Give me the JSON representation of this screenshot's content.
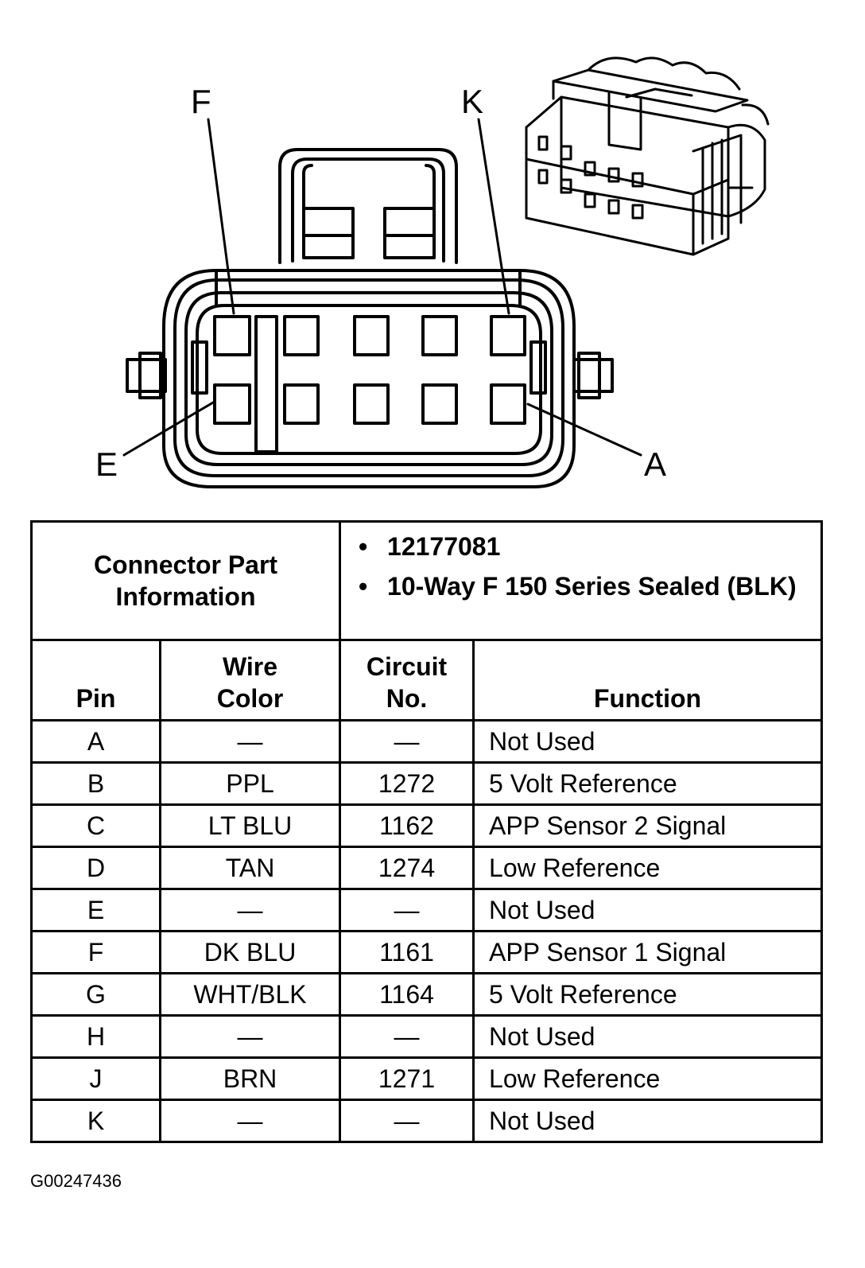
{
  "connector": {
    "callouts": {
      "top_left": "F",
      "top_right": "K",
      "bottom_left": "E",
      "bottom_right": "A"
    }
  },
  "part_info": {
    "label": "Connector Part Information",
    "items": [
      "12177081",
      "10-Way F 150 Series Sealed (BLK)"
    ],
    "bullet": "•"
  },
  "table": {
    "headers": {
      "pin": "Pin",
      "wire_color": "Wire Color",
      "circuit_no": "Circuit No.",
      "function": "Function"
    },
    "rows": [
      {
        "pin": "A",
        "wire_color": "—",
        "circuit": "—",
        "function": "Not Used"
      },
      {
        "pin": "B",
        "wire_color": "PPL",
        "circuit": "1272",
        "function": "5 Volt Reference"
      },
      {
        "pin": "C",
        "wire_color": "LT BLU",
        "circuit": "1162",
        "function": "APP Sensor 2 Signal"
      },
      {
        "pin": "D",
        "wire_color": "TAN",
        "circuit": "1274",
        "function": "Low Reference"
      },
      {
        "pin": "E",
        "wire_color": "—",
        "circuit": "—",
        "function": "Not Used"
      },
      {
        "pin": "F",
        "wire_color": "DK BLU",
        "circuit": "1161",
        "function": "APP Sensor 1 Signal"
      },
      {
        "pin": "G",
        "wire_color": "WHT/BLK",
        "circuit": "1164",
        "function": "5 Volt Reference"
      },
      {
        "pin": "H",
        "wire_color": "—",
        "circuit": "—",
        "function": "Not Used"
      },
      {
        "pin": "J",
        "wire_color": "BRN",
        "circuit": "1271",
        "function": "Low Reference"
      },
      {
        "pin": "K",
        "wire_color": "—",
        "circuit": "—",
        "function": "Not Used"
      }
    ]
  },
  "figure_id": "G00247436"
}
